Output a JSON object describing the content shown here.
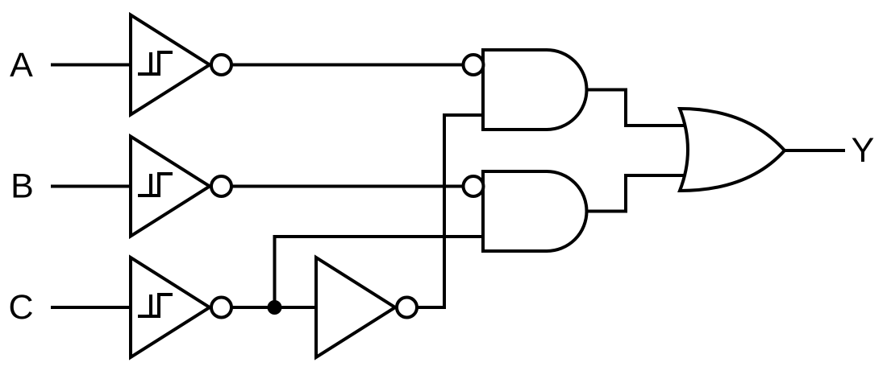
{
  "diagram": {
    "kind": "logic-circuit-schematic",
    "background_color": "#ffffff",
    "line_color": "#000000",
    "labels": {
      "input_a": "A",
      "input_b": "B",
      "input_c": "C",
      "output_y": "Y"
    },
    "components": [
      {
        "id": "schmitt-inverter-a",
        "type": "schmitt-trigger-inverter",
        "row": "A"
      },
      {
        "id": "schmitt-inverter-b",
        "type": "schmitt-trigger-inverter",
        "row": "B"
      },
      {
        "id": "schmitt-inverter-c",
        "type": "schmitt-trigger-inverter",
        "row": "C"
      },
      {
        "id": "inverter-c2",
        "type": "inverter",
        "row": "C"
      },
      {
        "id": "and-gate-top",
        "type": "and-gate",
        "inverted_inputs": [
          "top"
        ]
      },
      {
        "id": "and-gate-bottom",
        "type": "and-gate",
        "inverted_inputs": [
          "top"
        ]
      },
      {
        "id": "or-gate",
        "type": "or-gate"
      }
    ],
    "connections": [
      "A -> schmitt-inverter-a -> and-gate-top inverted input",
      "B -> schmitt-inverter-b -> and-gate-bottom inverted input",
      "C -> schmitt-inverter-c -> junction",
      "junction -> and-gate-bottom lower input",
      "junction -> inverter-c2 -> and-gate-top lower input",
      "and-gate-top -> or-gate upper input",
      "and-gate-bottom -> or-gate lower input",
      "or-gate -> Y"
    ]
  }
}
